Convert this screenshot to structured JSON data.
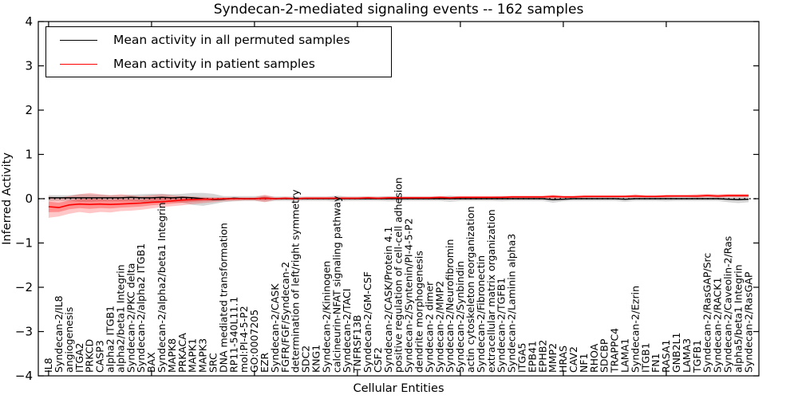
{
  "chart_data": {
    "type": "line",
    "title": "Syndecan-2-mediated signaling events -- 162 samples",
    "xlabel": "Cellular Entities",
    "ylabel": "Inferred Activity",
    "ylim": [
      -4,
      4
    ],
    "yticks": [
      4,
      3,
      2,
      1,
      0,
      -1,
      -2,
      -3,
      -4
    ],
    "ytick_labels": [
      "4",
      "3",
      "2",
      "1",
      "0",
      "−1",
      "−2",
      "−3",
      "−4"
    ],
    "xtick_positions": [
      0,
      10,
      20,
      30,
      40,
      50,
      60
    ],
    "grid": false,
    "legend_position": "upper-left",
    "zero_reference_line": true,
    "colors": {
      "permuted_line": "#000000",
      "patient_line": "#ff0000",
      "permuted_band": "#8a8a8a",
      "patient_band": "#ff0000",
      "background": "#ffffff",
      "axis": "#000000"
    },
    "categories": [
      "IL8",
      "Syndecan-2/IL8",
      "angiogenesis",
      "ITGA2",
      "PRKCD",
      "CASP3",
      "alpha2 ITGB1",
      "alpha2/beta1 Integrin",
      "Syndecan-2/PKC delta",
      "Syndecan-2/alpha2 ITGB1",
      "BAX",
      "Syndecan-2/alpha2/beta1 Integrin",
      "MAPK8",
      "PRKACA",
      "MAPK1",
      "MAPK3",
      "SRC",
      "DNA mediated transformation",
      "RP11-540L11.1",
      "mol:PI-4-5-P2",
      "GO:0007205",
      "EZR",
      "Syndecan-2/CASK",
      "FGFR/FGF/Syndecan-2",
      "determination of left/right symmetry",
      "SDC2",
      "KNG1",
      "Syndecan-2/Kininogen",
      "calcineurin-NFAT signaling pathway",
      "Syndecan-2/TACI",
      "TNFRSF13B",
      "Syndecan-2/GM-CSF",
      "CSF2",
      "Syndecan-2/CASK/Protein 4.1",
      "positive regulation of cell-cell adhesion",
      "Syndecan-2/Syntenin/PI-4-5-P2",
      "dendrite morphogenesis",
      "Syndecan-2 dimer",
      "Syndecan-2/MMP2",
      "Syndecan-2/Neurofibromin",
      "Syndecan-2/Synbindin",
      "actin cytoskeleton reorganization",
      "Syndecan-2/Fibronectin",
      "extracellular matrix organization",
      "Syndecan-2/TGFB1",
      "Syndecan-2/Laminin alpha3",
      "ITGA5",
      "EPB41",
      "EPHB2",
      "MMP2",
      "HRAS",
      "CAV2",
      "NF1",
      "RHOA",
      "SDCBP",
      "TRAPPC4",
      "LAMA1",
      "Syndecan-2/Ezrin",
      "ITGB1",
      "FN1",
      "RASA1",
      "GNB2L1",
      "LAMA3",
      "TGFB1",
      "Syndecan-2/RasGAP/Src",
      "Syndecan-2/RACK1",
      "Syndecan-2/Caveolin-2/Ras",
      "alpha5/beta1 Integrin",
      "Syndecan-2/RasGAP"
    ],
    "series": [
      {
        "name": "Mean activity in all permuted samples",
        "color": "#000000",
        "band_color": "#8a8a8a",
        "values": [
          0.02,
          0.02,
          0.02,
          0.02,
          0.02,
          0.02,
          0.02,
          0.02,
          0.03,
          0.02,
          0.02,
          0.03,
          0.02,
          0.03,
          0.02,
          0.0,
          -0.02,
          -0.01,
          0.01,
          0.0,
          0.0,
          0.01,
          0.0,
          0.0,
          0.0,
          0.0,
          0.0,
          0.0,
          0.0,
          0.0,
          0.0,
          0.0,
          0.0,
          0.0,
          0.0,
          0.0,
          0.0,
          0.0,
          0.0,
          0.0,
          0.0,
          0.0,
          0.0,
          0.0,
          0.0,
          0.0,
          0.0,
          0.0,
          0.0,
          -0.02,
          -0.01,
          0.0,
          0.0,
          0.0,
          0.0,
          0.0,
          -0.01,
          0.0,
          0.0,
          0.0,
          0.0,
          0.0,
          0.0,
          0.0,
          0.0,
          0.0,
          -0.01,
          -0.02,
          -0.01
        ],
        "band_top": [
          0.08,
          0.08,
          0.08,
          0.1,
          0.1,
          0.09,
          0.08,
          0.08,
          0.09,
          0.1,
          0.11,
          0.11,
          0.1,
          0.11,
          0.13,
          0.13,
          0.11,
          0.06,
          0.06,
          0.06,
          0.06,
          0.07,
          0.05,
          0.05,
          0.05,
          0.05,
          0.05,
          0.05,
          0.07,
          0.05,
          0.05,
          0.05,
          0.05,
          0.06,
          0.05,
          0.05,
          0.05,
          0.05,
          0.05,
          0.07,
          0.05,
          0.05,
          0.05,
          0.05,
          0.06,
          0.05,
          0.05,
          0.05,
          0.05,
          0.05,
          0.05,
          0.05,
          0.05,
          0.05,
          0.05,
          0.05,
          0.07,
          0.05,
          0.05,
          0.05,
          0.06,
          0.05,
          0.05,
          0.05,
          0.05,
          0.05,
          0.06,
          0.06,
          0.06
        ],
        "band_bottom": [
          -0.05,
          -0.05,
          -0.05,
          -0.07,
          -0.07,
          -0.06,
          -0.06,
          -0.06,
          -0.06,
          -0.08,
          -0.08,
          -0.08,
          -0.08,
          -0.09,
          -0.14,
          -0.16,
          -0.12,
          -0.08,
          -0.06,
          -0.05,
          -0.05,
          -0.07,
          -0.05,
          -0.05,
          -0.05,
          -0.05,
          -0.05,
          -0.05,
          -0.07,
          -0.05,
          -0.05,
          -0.05,
          -0.05,
          -0.06,
          -0.05,
          -0.05,
          -0.05,
          -0.05,
          -0.05,
          -0.07,
          -0.05,
          -0.05,
          -0.05,
          -0.05,
          -0.06,
          -0.05,
          -0.05,
          -0.05,
          -0.05,
          -0.09,
          -0.06,
          -0.05,
          -0.05,
          -0.05,
          -0.05,
          -0.05,
          -0.07,
          -0.05,
          -0.05,
          -0.05,
          -0.06,
          -0.05,
          -0.05,
          -0.05,
          -0.05,
          -0.05,
          -0.08,
          -0.1,
          -0.08
        ]
      },
      {
        "name": "Mean activity in patient samples",
        "color": "#ff0000",
        "band_color": "#ff0000",
        "values": [
          -0.18,
          -0.2,
          -0.14,
          -0.12,
          -0.13,
          -0.12,
          -0.13,
          -0.12,
          -0.11,
          -0.1,
          -0.08,
          -0.07,
          -0.05,
          -0.03,
          -0.02,
          -0.01,
          -0.01,
          0.0,
          0.0,
          0.0,
          0.0,
          0.01,
          0.0,
          0.01,
          0.0,
          0.01,
          0.01,
          0.01,
          0.01,
          0.01,
          0.01,
          0.02,
          0.01,
          0.02,
          0.02,
          0.02,
          0.02,
          0.02,
          0.03,
          0.02,
          0.03,
          0.03,
          0.03,
          0.03,
          0.03,
          0.04,
          0.04,
          0.04,
          0.04,
          0.05,
          0.04,
          0.04,
          0.05,
          0.05,
          0.05,
          0.05,
          0.05,
          0.06,
          0.05,
          0.05,
          0.06,
          0.06,
          0.06,
          0.06,
          0.07,
          0.06,
          0.07,
          0.07,
          0.07
        ],
        "band_top": [
          0.05,
          0.02,
          0.06,
          0.1,
          0.13,
          0.1,
          0.08,
          0.1,
          0.08,
          0.06,
          0.08,
          0.1,
          0.08,
          0.06,
          0.05,
          0.04,
          0.03,
          0.03,
          0.03,
          0.03,
          0.03,
          0.09,
          0.03,
          0.04,
          0.03,
          0.04,
          0.04,
          0.04,
          0.04,
          0.04,
          0.04,
          0.05,
          0.04,
          0.05,
          0.05,
          0.05,
          0.05,
          0.05,
          0.06,
          0.05,
          0.06,
          0.06,
          0.06,
          0.06,
          0.06,
          0.07,
          0.07,
          0.07,
          0.07,
          0.09,
          0.07,
          0.07,
          0.08,
          0.08,
          0.08,
          0.08,
          0.08,
          0.1,
          0.08,
          0.08,
          0.09,
          0.09,
          0.09,
          0.1,
          0.11,
          0.1,
          0.11,
          0.11,
          0.11
        ],
        "band_bottom": [
          -0.43,
          -0.4,
          -0.34,
          -0.3,
          -0.33,
          -0.3,
          -0.31,
          -0.28,
          -0.27,
          -0.25,
          -0.22,
          -0.19,
          -0.17,
          -0.15,
          -0.12,
          -0.1,
          -0.08,
          -0.06,
          -0.05,
          -0.04,
          -0.04,
          -0.08,
          -0.03,
          -0.02,
          -0.03,
          -0.02,
          -0.02,
          -0.02,
          -0.02,
          -0.02,
          -0.02,
          -0.01,
          -0.02,
          -0.01,
          -0.01,
          -0.01,
          -0.01,
          -0.01,
          0.0,
          -0.01,
          0.0,
          0.0,
          0.0,
          0.0,
          0.0,
          0.01,
          0.01,
          0.01,
          0.01,
          0.0,
          0.01,
          0.01,
          0.01,
          0.02,
          0.02,
          0.02,
          0.02,
          0.02,
          0.02,
          0.02,
          0.02,
          0.03,
          0.03,
          0.02,
          0.03,
          0.02,
          0.03,
          0.03,
          0.03
        ]
      }
    ]
  }
}
